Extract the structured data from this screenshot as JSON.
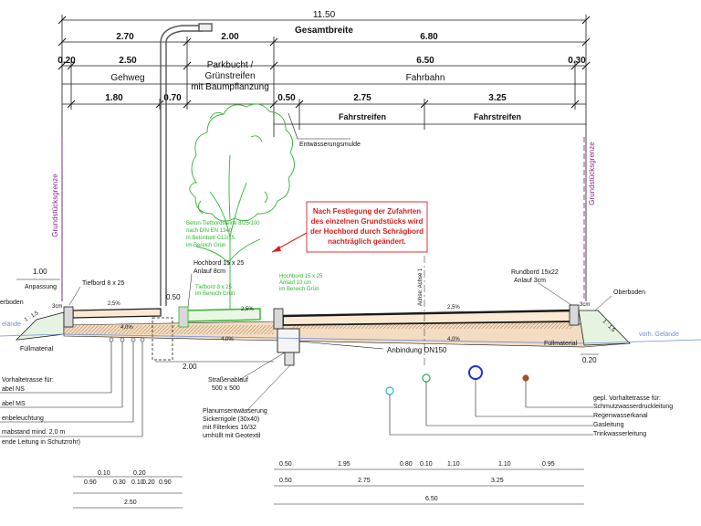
{
  "top": {
    "total_width": "11.50",
    "total_label": "Gesamtbreite",
    "dim_270": "2.70",
    "dim_200": "2.00",
    "dim_680": "6.80",
    "dim_020": "0.20",
    "dim_250": "2.50",
    "dim_650": "6.50",
    "dim_030": "0.30",
    "gehweg": "Gehweg",
    "parkbucht_1": "Parkbucht /",
    "parkbucht_2": "Grünstreifen",
    "parkbucht_3": "mit Baumpflanzung",
    "fahrbahn": "Fahrbahn",
    "dim_180": "1.80",
    "dim_070": "0.70",
    "dim_050": "0.50",
    "dim_275": "2.75",
    "dim_325": "3.25",
    "fahrstreifen_1": "Fahrstreifen",
    "fahrstreifen_2": "Fahrstreifen",
    "mulde": "Entwässerungsmulde"
  },
  "labels": {
    "grenze_left": "Grundstücksgrenze",
    "grenze_right": "Grundstücksgrenze",
    "beton_1": "Beton-Tiefbordsteine 8/25/100",
    "beton_2": "nach DIN EN 1340",
    "beton_3": "in Betonbett C12/15",
    "beton_4": "im Bereich Grün",
    "note_1": "Nach Festlegung der Zufahrten",
    "note_2": "des einzelnen Grundstücks wird",
    "note_3": "der Hochbord durch Schrägbord",
    "note_4": "nachträglich geändert.",
    "dim_100": "1.00",
    "anpassung": "Anpassung",
    "tiefbord": "Tiefbord 8 x 25",
    "oberboden_left": "erboden",
    "hochbord_1": "Hochbord 15 x 25",
    "hochbord_1b": "Anlauf  8cm",
    "tiefbord_green_1": "Tiefbord 8 x 25",
    "tiefbord_green_2": "im Bereich Grün",
    "hochbord_2": "Hochbord 15 x 25",
    "hochbord_2b": "Anlauf 10 cm",
    "hochbord_2c": "im Bereich Grün",
    "rundbord_1": "Rundbord 15x22",
    "rundbord_2": "Anlauf 3cm",
    "oberboden_right": "Oberboden",
    "achse": "Achse: Achse 1",
    "dim_050_small": "0.50",
    "gelaende_left": "elände",
    "fuellmaterial_left": "Füllmaterial",
    "fuellmaterial_right": "Füllmaterial",
    "vorh_gelaende": "vorh. Gelände",
    "dim_020_right": "0.20",
    "dim_200_low": "2.00",
    "anbindung": "Anbindung DN150",
    "strassenablauf_1": "Straßenablauf",
    "strassenablauf_2": "500 x 500",
    "planum_1": "Planumsentwässerung",
    "planum_2": "Sickerrigole (30x40)",
    "planum_3": "mit Filterkies 16/32",
    "planum_4": "umhüllt mit Geotextil",
    "slope_25_a": "2,5%",
    "slope_25_b": "2,5%",
    "slope_25_c": "2,5%",
    "slope_40_a": "4,0%",
    "slope_40_b": "4,0%",
    "slope_40_c": "4,0%",
    "three_cm_left": "3cm",
    "three_cm_right": "3cm",
    "slope_1_15_left": "1 : 1,5",
    "slope_1_15_right": "1 : 1,5"
  },
  "left_legend": {
    "l1": "Vorhaltetrasse für:",
    "l2": "abel NS",
    "l3": "abel MS",
    "l4": "enbeleuchtung",
    "l5": "mabstand mind. 2,0 m",
    "l6": "ende Leitung in Schutzrohr)"
  },
  "right_legend": {
    "l1": "gepl. Vorhaltetrasse für:",
    "l2": "Schmutzwasserdruckleitung",
    "l3": "Regenwasserkanal",
    "l4": "Gasleitung",
    "l5": "Trinkwasserleitung"
  },
  "bottom": {
    "left_row1_a": "0.10",
    "left_row1_b": "0.20",
    "left_row2_a": "0.90",
    "left_row2_b": "0.30",
    "left_row2_c": "0.10",
    "left_row2_d": "0.20",
    "left_row2_e": "0.90",
    "left_total": "2.50",
    "r1_a": "0.50",
    "r1_b": "1.95",
    "r1_c": "0.80",
    "r1_d": "0.10",
    "r1_e": "1.10",
    "r1_f": "1.10",
    "r1_g": "0.95",
    "r2_a": "0.50",
    "r2_b": "2.75",
    "r2_c": "3.25",
    "right_total": "6.50"
  },
  "colors": {
    "line": "#1a1a1a",
    "grenze": "#8b2a8b",
    "tree": "#2db52d",
    "note_red": "#d42020",
    "pipe_blue": "#1f2fd0",
    "pipe_cyan": "#2ab4c8",
    "pipe_green": "#23b04a",
    "pipe_brown": "#a0522d",
    "fill": "#f3dcc2"
  }
}
